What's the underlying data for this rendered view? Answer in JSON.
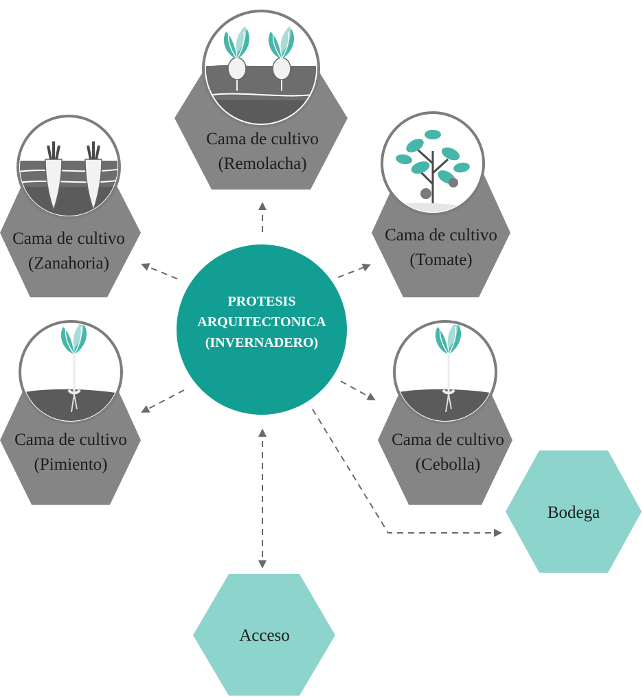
{
  "colors": {
    "bed_hex": "#858585",
    "teal_hex": "#8dd4cc",
    "center": "#139e94",
    "leaf": "#47b6aa",
    "leaf_light": "#a9dcd6",
    "soil_dark": "#5b5b5b",
    "soil_mid": "#6d6d6d",
    "root": "#f2f2f2",
    "ring": "#7d7d7d",
    "arrow": "#6a6a6a"
  },
  "center": {
    "lines": [
      "PROTESIS",
      "ARQUITECTONICA",
      "(INVERNADERO)"
    ]
  },
  "beds": [
    {
      "id": "remolacha",
      "icon": "beetroot-icon",
      "line1": "Cama de cultivo",
      "line2": "(Remolacha)"
    },
    {
      "id": "zanahoria",
      "icon": "carrot-icon",
      "line1": "Cama de cultivo",
      "line2": "(Zanahoria)"
    },
    {
      "id": "tomate",
      "icon": "tomato-plant-icon",
      "line1": "Cama de cultivo",
      "line2": "(Tomate)"
    },
    {
      "id": "pimiento",
      "icon": "pepper-seedling-icon",
      "line1": "Cama de cultivo",
      "line2": "(Pimiento)"
    },
    {
      "id": "cebolla",
      "icon": "onion-seedling-icon",
      "line1": "Cama de cultivo",
      "line2": "(Cebolla)"
    }
  ],
  "areas": [
    {
      "id": "bodega",
      "label": "Bodega"
    },
    {
      "id": "acceso",
      "label": "Acceso"
    }
  ]
}
